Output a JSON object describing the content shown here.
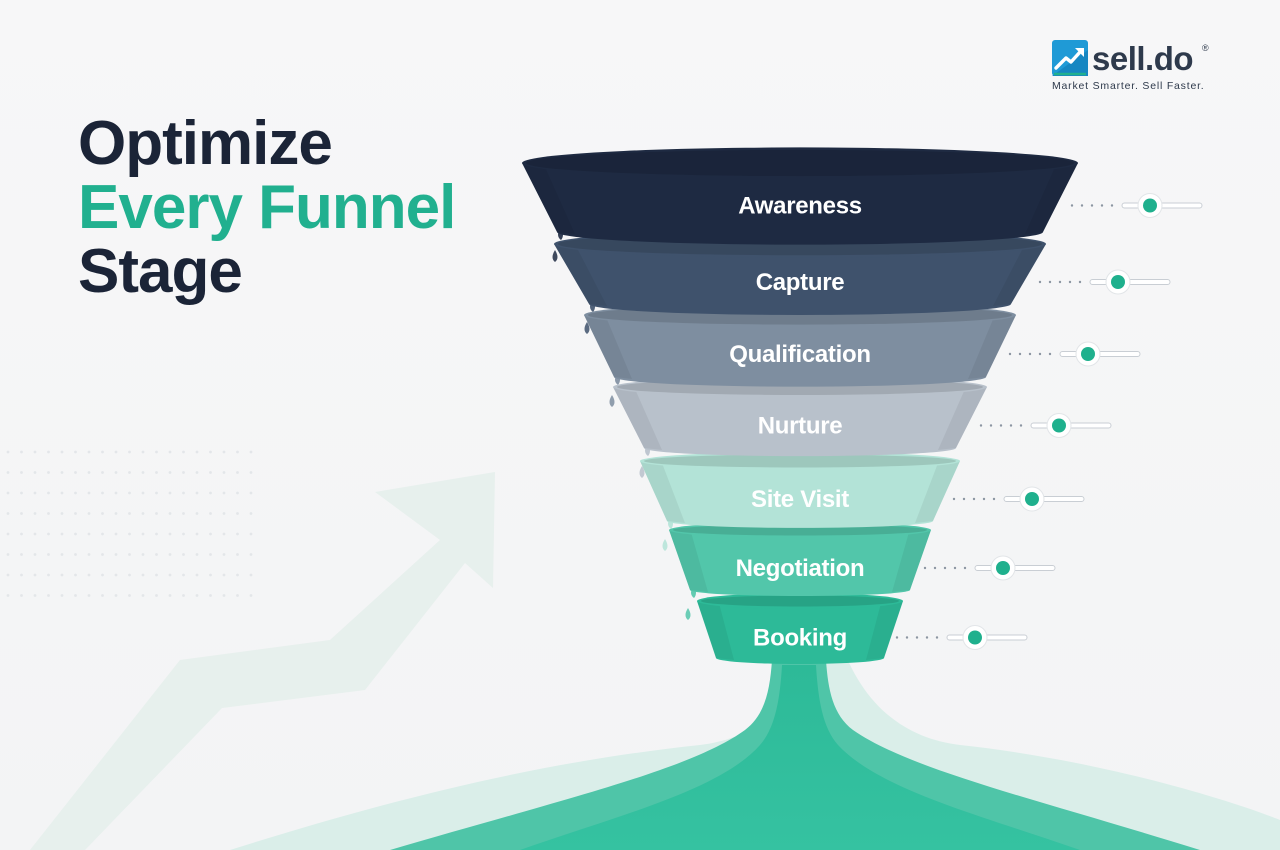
{
  "headline": {
    "line1": "Optimize",
    "line2": "Every Funnel",
    "line3": "Stage"
  },
  "brand": {
    "name": "sell.do",
    "registered_mark": "®",
    "tagline": "Market Smarter. Sell Faster."
  },
  "funnel": {
    "stages": [
      {
        "label": "Awareness",
        "fill": "#1e2a42",
        "text_color": "#ffffff"
      },
      {
        "label": "Capture",
        "fill": "#3f526c",
        "text_color": "#ffffff"
      },
      {
        "label": "Qualification",
        "fill": "#7e8ea0",
        "text_color": "#ffffff"
      },
      {
        "label": "Nurture",
        "fill": "#b8c1cb",
        "text_color": "#ffffff"
      },
      {
        "label": "Site Visit",
        "fill": "#b3e3d7",
        "text_color": "#ffffff"
      },
      {
        "label": "Negotiation",
        "fill": "#52c6aa",
        "text_color": "#ffffff"
      },
      {
        "label": "Booking",
        "fill": "#2dba98",
        "text_color": "#ffffff"
      }
    ]
  },
  "colors": {
    "dark": "#1b2437",
    "accent": "#21b08f",
    "slider_knob": "#1fb08d",
    "slider_track": "#c9ced4"
  },
  "icons": {
    "brand_logo": "trend-up-arrow-icon",
    "background_arrow": "rising-arrow-icon",
    "stage_control": "slider-icon"
  }
}
